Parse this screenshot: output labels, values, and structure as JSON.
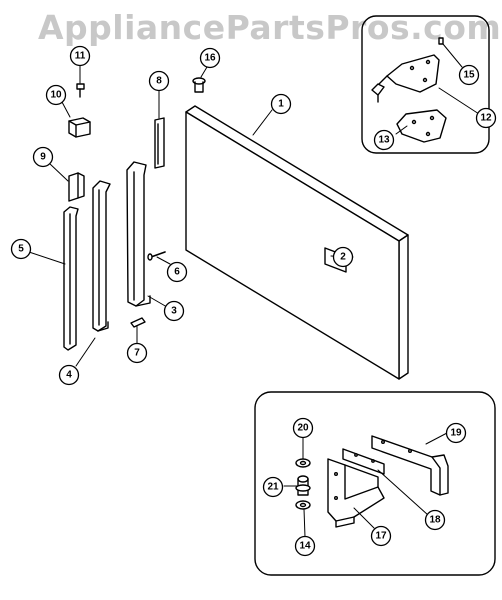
{
  "watermark": "AppliancePartsPros.com",
  "callouts": [
    {
      "id": "1",
      "label": "1"
    },
    {
      "id": "2",
      "label": "2"
    },
    {
      "id": "3",
      "label": "3"
    },
    {
      "id": "4",
      "label": "4"
    },
    {
      "id": "5",
      "label": "5"
    },
    {
      "id": "6",
      "label": "6"
    },
    {
      "id": "7",
      "label": "7"
    },
    {
      "id": "8",
      "label": "8"
    },
    {
      "id": "9",
      "label": "9"
    },
    {
      "id": "10",
      "label": "10"
    },
    {
      "id": "11",
      "label": "11"
    },
    {
      "id": "12",
      "label": "12"
    },
    {
      "id": "13",
      "label": "13"
    },
    {
      "id": "14",
      "label": "14"
    },
    {
      "id": "15",
      "label": "15"
    },
    {
      "id": "16",
      "label": "16"
    },
    {
      "id": "17",
      "label": "17"
    },
    {
      "id": "18",
      "label": "18"
    },
    {
      "id": "19",
      "label": "19"
    },
    {
      "id": "20",
      "label": "20"
    },
    {
      "id": "21",
      "label": "21"
    }
  ],
  "colors": {
    "line": "#000000",
    "watermark": "#c8c8c8",
    "background": "#ffffff"
  }
}
